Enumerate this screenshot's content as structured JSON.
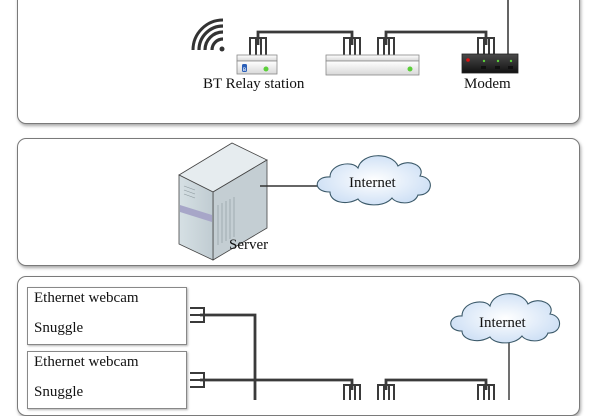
{
  "panels": {
    "home": {
      "labels": {
        "relay": "BT Relay station",
        "modem": "Modem"
      },
      "devices": [
        {
          "name": "BT Relay station",
          "icon": "relay-station-icon",
          "features": [
            "wifi-signal-icon",
            "bluetooth-icon",
            "green-led"
          ]
        },
        {
          "name": "",
          "icon": "network-switch-icon",
          "features": [
            "green-led"
          ]
        },
        {
          "name": "Modem",
          "icon": "modem-icon",
          "features": [
            "red-led",
            "green-led",
            "green-led",
            "green-led"
          ]
        }
      ]
    },
    "server": {
      "labels": {
        "server": "Server",
        "internet": "Internet"
      }
    },
    "webcams": {
      "cameras": [
        {
          "title": "Ethernet webcam",
          "subtitle": "Snuggle"
        },
        {
          "title": "Ethernet webcam",
          "subtitle": "Snuggle"
        }
      ],
      "labels": {
        "internet": "Internet"
      }
    }
  },
  "colors": {
    "cable": "#3a3a3a",
    "led_green": "#5ccf3a",
    "led_red": "#e01010",
    "cloud_fill": "#dbe8f8",
    "cloud_stroke": "#3c5a6a",
    "panel_border": "#7a7a7a"
  }
}
